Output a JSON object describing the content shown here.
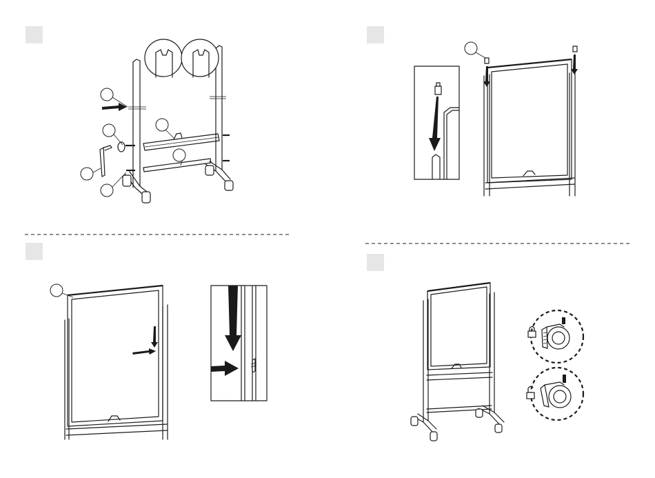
{
  "steps": [
    {
      "id": "step-1",
      "parts": 5
    },
    {
      "id": "step-2",
      "parts": 1
    },
    {
      "id": "step-3",
      "parts": 1
    },
    {
      "id": "step-4",
      "parts": 0
    }
  ],
  "icons": {
    "arrow": "arrow-icon",
    "locked": "lock-closed-icon",
    "unlocked": "lock-open-icon",
    "caster": "caster-wheel-icon"
  },
  "colors": {
    "line": "#1a1a1a",
    "step_marker": "#e6e6e6"
  }
}
